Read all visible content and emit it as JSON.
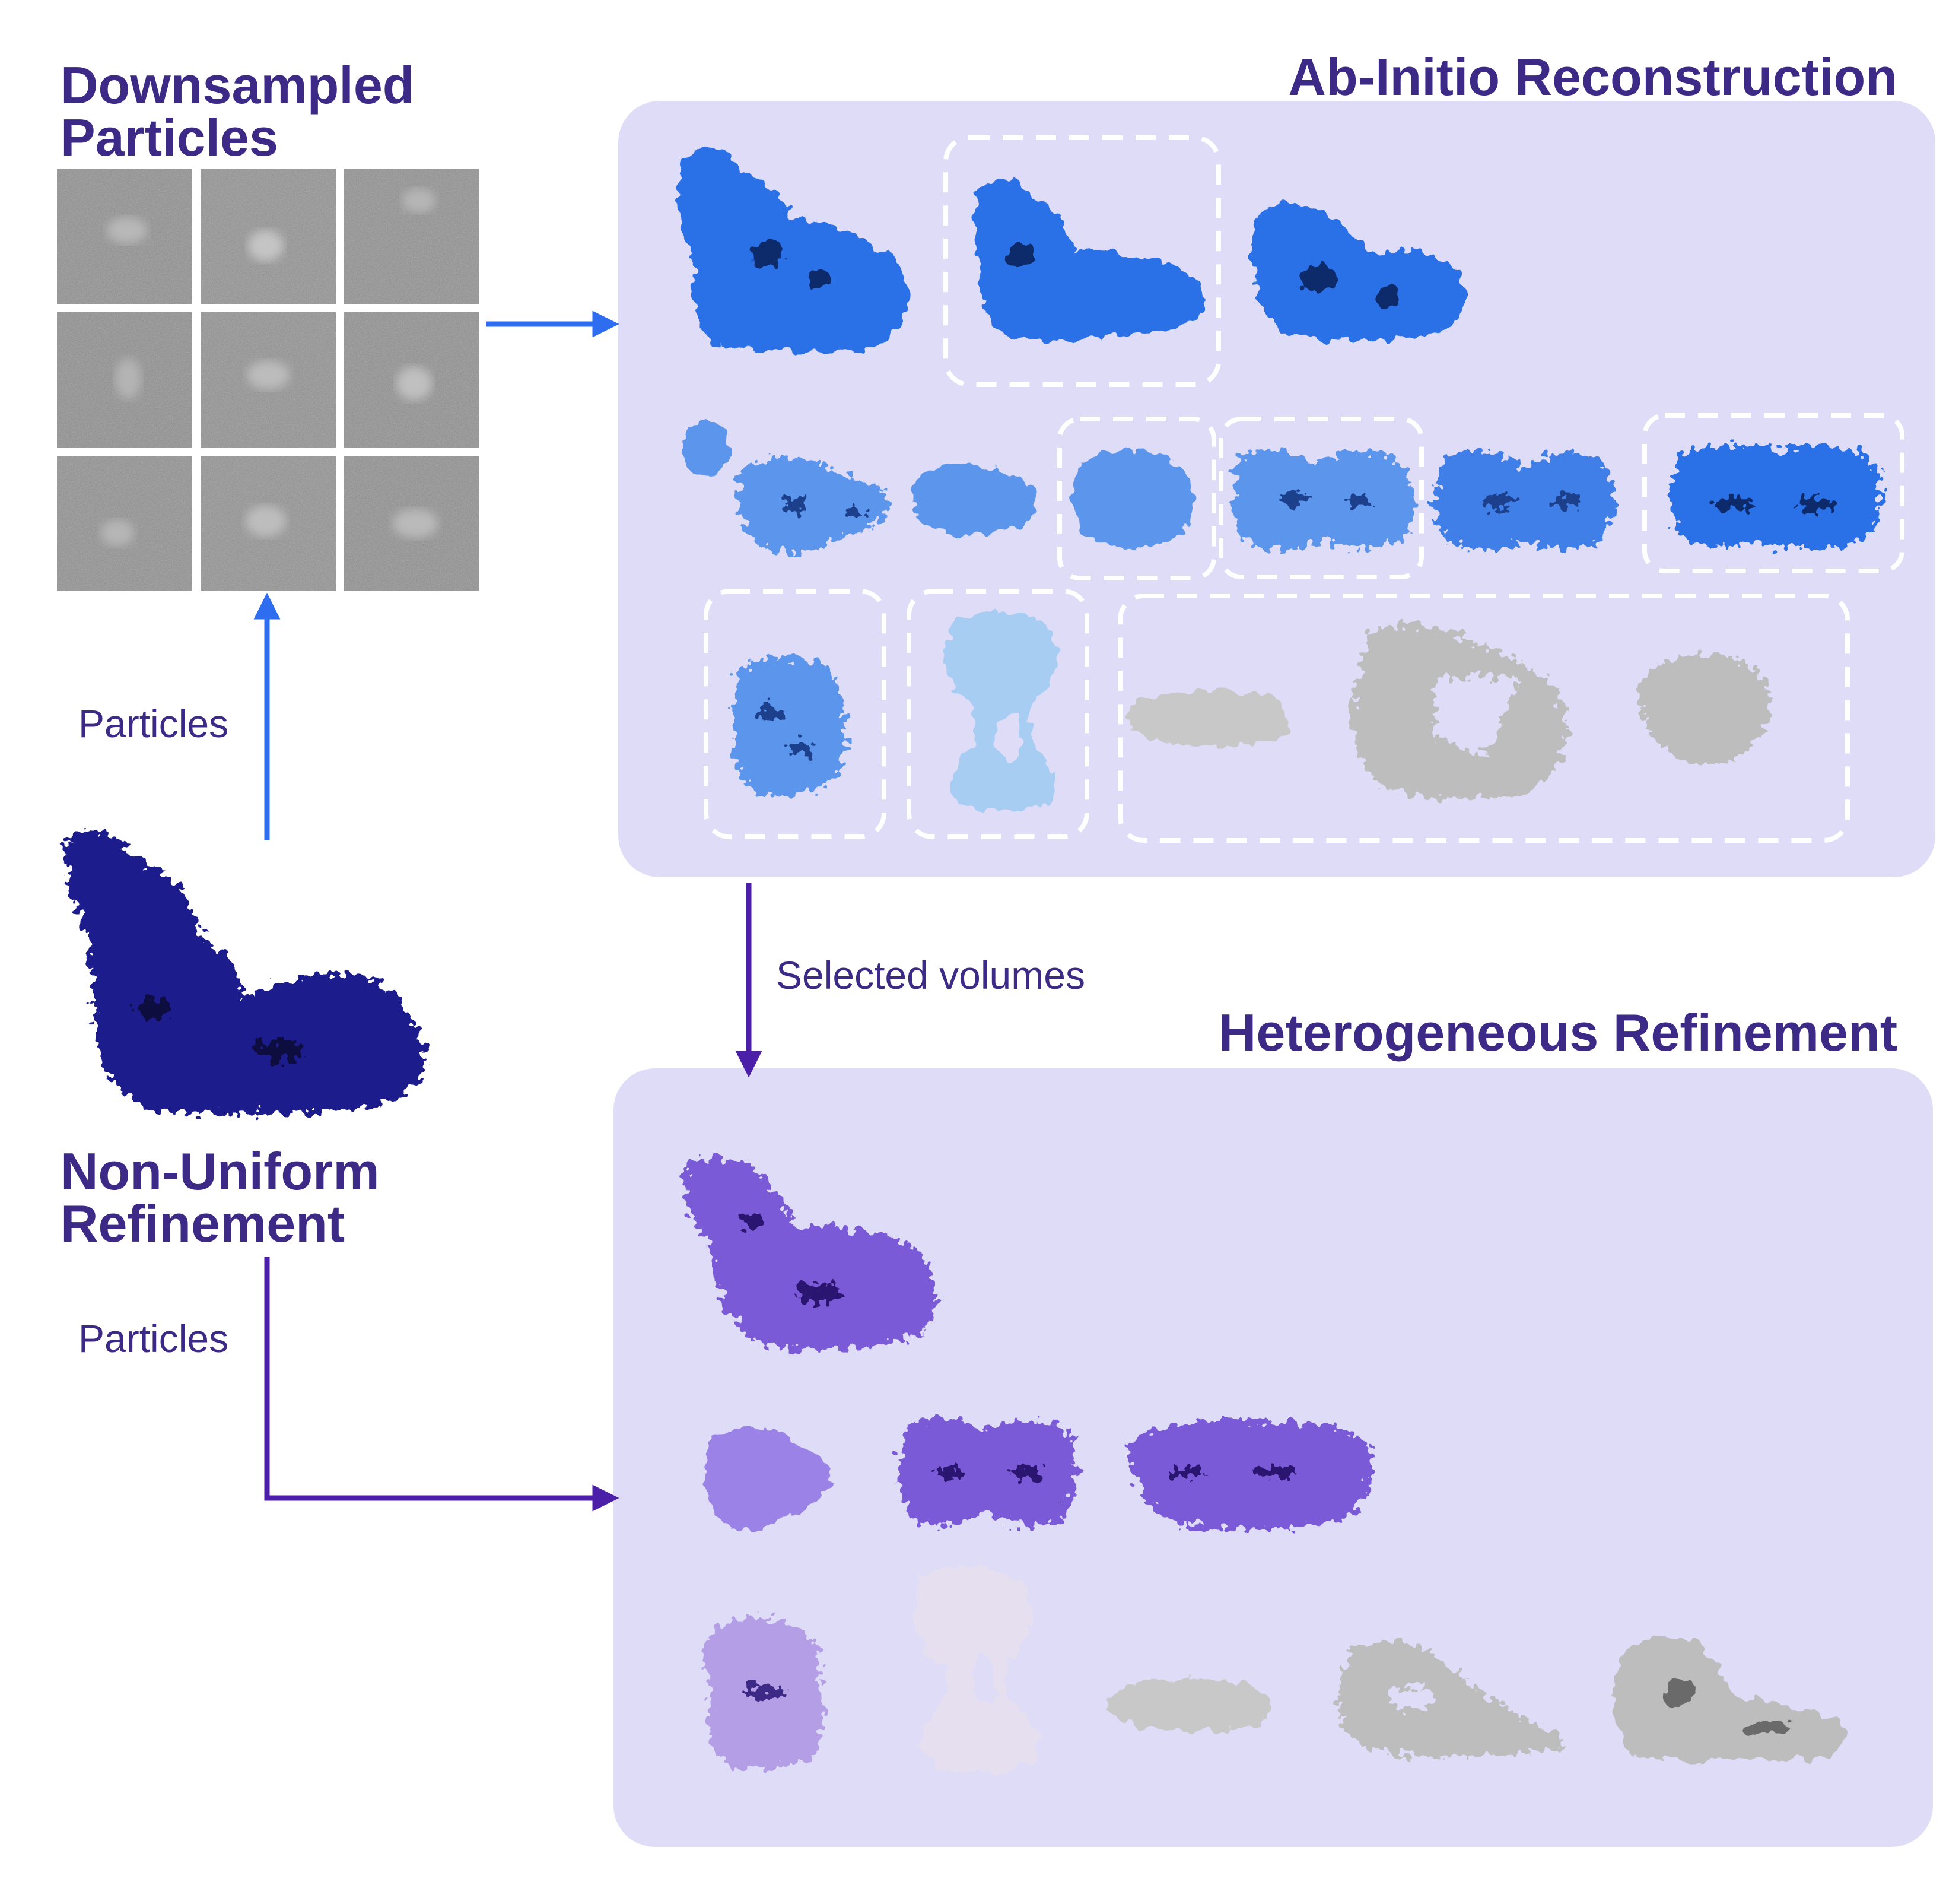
{
  "titles": {
    "downsampled_line1": "Downsampled",
    "downsampled_line2": "Particles",
    "ab_initio": "Ab-Initio Reconstruction",
    "heterogeneous": "Heterogeneous Refinement",
    "nonuniform_line1": "Non-Uniform",
    "nonuniform_line2": "Refinement"
  },
  "edge_labels": {
    "particles_up": "Particles",
    "selected_volumes": "Selected volumes",
    "particles_down": "Particles"
  },
  "colors": {
    "title_text": "#3d2a86",
    "panel_bg": "#dfdcf8",
    "arrow_blue": "#2f6df0",
    "arrow_purple": "#4b1fa8",
    "volume_blue": "#2a6fe6",
    "volume_mid_blue": "#5b95ec",
    "volume_light_blue": "#a8cdf3",
    "volume_purple": "#7a5ad6",
    "volume_grey": "#bdbdbd",
    "nu_volume": "#1e1a8c",
    "selection_border": "#ffffff"
  },
  "icons": {
    "volume_shape": "cryo-em-density-map",
    "particle_tile": "noisy-micrograph-crop",
    "selection_box": "dashed-rounded-rectangle"
  }
}
